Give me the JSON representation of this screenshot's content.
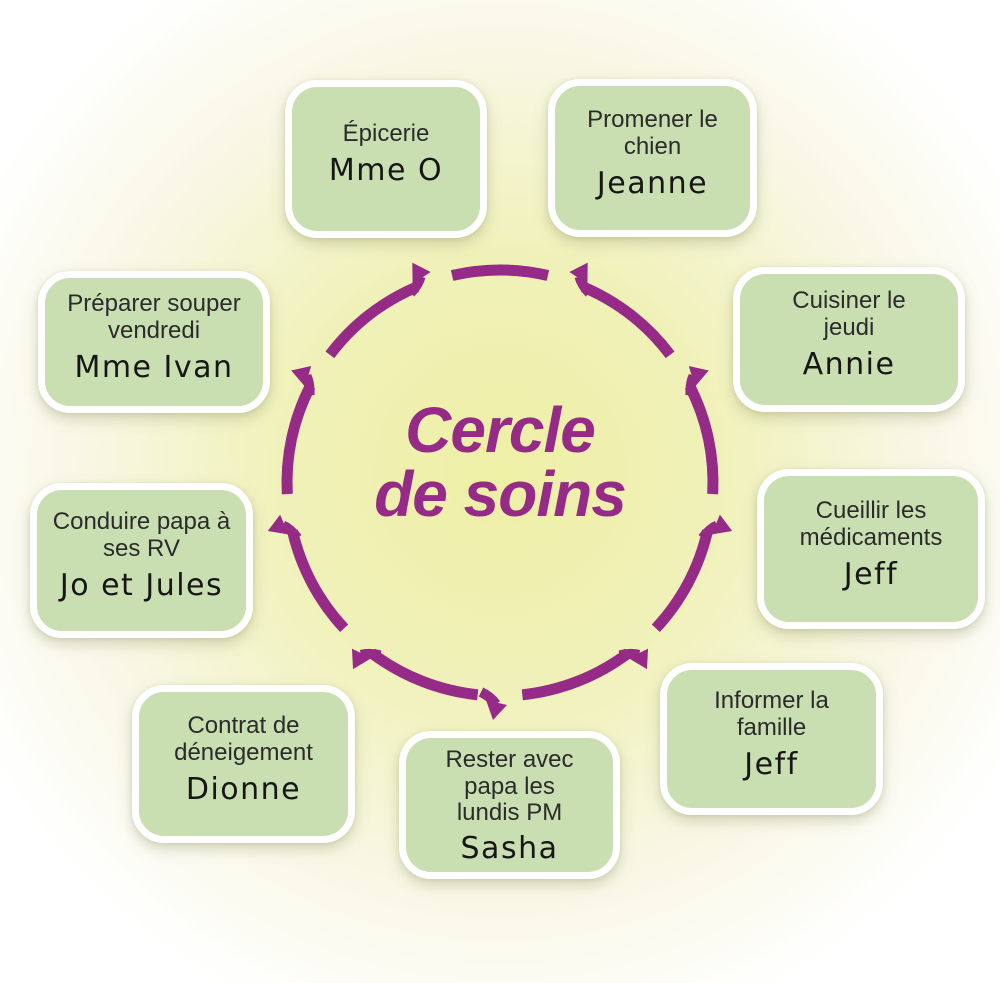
{
  "title": {
    "line1": "Cercle",
    "line2": "de soins"
  },
  "colors": {
    "accent_purple": "#952b87",
    "card_green": "#c9dfb2",
    "glow_yellow": "#eff0a9",
    "text_dark": "#2b2b2b"
  },
  "boxes": [
    {
      "id": "epicerie",
      "task": "Épicerie",
      "person": "Mme O"
    },
    {
      "id": "promener-chien",
      "task": "Promener le chien",
      "person": "Jeanne"
    },
    {
      "id": "cuisiner-jeudi",
      "task": "Cuisiner le jeudi",
      "person": "Annie"
    },
    {
      "id": "cueillir-medicaments",
      "task": "Cueillir les médicaments",
      "person": "Jeff"
    },
    {
      "id": "informer-famille",
      "task": "Informer la famille",
      "person": "Jeff"
    },
    {
      "id": "rester-avec-papa",
      "task": "Rester avec papa les lundis PM",
      "person": "Sasha"
    },
    {
      "id": "contrat-deneigement",
      "task": "Contrat de déneigement",
      "person": "Dionne"
    },
    {
      "id": "conduire-papa",
      "task": "Conduire papa à ses RV",
      "person": "Jo et Jules"
    },
    {
      "id": "preparer-souper",
      "task": "Préparer souper vendredi",
      "person": "Mme Ivan"
    }
  ]
}
